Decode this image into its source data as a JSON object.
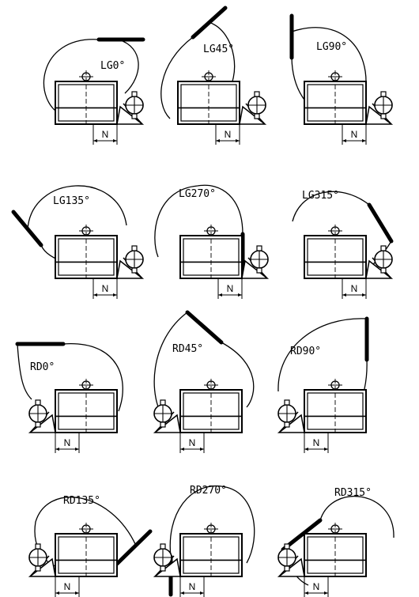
{
  "fan_positions": [
    {
      "label": "LG0°",
      "dimension": "N",
      "side": "left",
      "outlet_angle": 0
    },
    {
      "label": "LG45°",
      "dimension": "N",
      "side": "left",
      "outlet_angle": 45
    },
    {
      "label": "LG90°",
      "dimension": "N",
      "side": "left",
      "outlet_angle": 90
    },
    {
      "label": "LG135°",
      "dimension": "N",
      "side": "left",
      "outlet_angle": 135
    },
    {
      "label": "LG270°",
      "dimension": "N",
      "side": "left",
      "outlet_angle": 270
    },
    {
      "label": "LG315°",
      "dimension": "N",
      "side": "left",
      "outlet_angle": 315
    },
    {
      "label": "RD0°",
      "dimension": "N",
      "side": "right",
      "outlet_angle": 0
    },
    {
      "label": "RD45°",
      "dimension": "N",
      "side": "right",
      "outlet_angle": 45
    },
    {
      "label": "RD90°",
      "dimension": "N",
      "side": "right",
      "outlet_angle": 90
    },
    {
      "label": "RD135°",
      "dimension": "N",
      "side": "right",
      "outlet_angle": 135
    },
    {
      "label": "RD270°",
      "dimension": "N",
      "side": "right",
      "outlet_angle": 270
    },
    {
      "label": "RD315°",
      "dimension": "N",
      "side": "right",
      "outlet_angle": 315
    }
  ],
  "colors": {
    "line": "#000000",
    "background": "#ffffff"
  }
}
